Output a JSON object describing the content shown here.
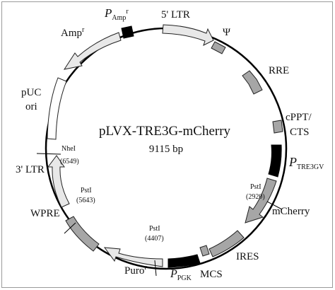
{
  "plasmid": {
    "name": "pLVX-TRE3G-mCherry",
    "size": "9115 bp"
  },
  "features": {
    "ltr5": "5' LTR",
    "psi": "Ψ",
    "rre": "RRE",
    "cppt_line1": "cPPT/",
    "cppt_line2": "CTS",
    "ptre_main": "P",
    "ptre_sub": "TRE3GV",
    "mcherry": "mCherry",
    "ires": "IRES",
    "mcs": "MCS",
    "ppgk_main": "P",
    "ppgk_sub": "PGK",
    "puro_main": "Puro",
    "puro_sup": "r",
    "wpre": "WPRE",
    "ltr3": "3' LTR",
    "puc_line1": "pUC",
    "puc_line2": "ori",
    "amp_main": "Amp",
    "amp_sup": "r",
    "pamp_main": "P",
    "pamp_sub": "Amp",
    "pamp_sup": "r"
  },
  "sites": {
    "pst1": {
      "name": "PstI",
      "pos": "(2920)"
    },
    "pst2": {
      "name": "PstI",
      "pos": "(4407)"
    },
    "pst3": {
      "name": "PstI",
      "pos": "(5643)"
    },
    "nhe1": {
      "name": "NheI",
      "pos": "(6549)"
    }
  },
  "colors": {
    "backbone": "#000000",
    "light_feature": "#e8e8e8",
    "mid_feature": "#a6a6a6",
    "promoter": "#000000"
  }
}
